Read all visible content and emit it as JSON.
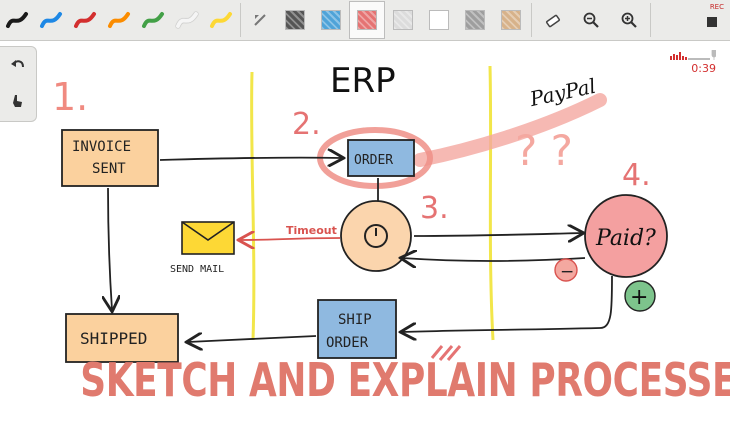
{
  "toolbar": {
    "pens": [
      {
        "name": "black-pen",
        "color": "#1a1a1a"
      },
      {
        "name": "blue-pen",
        "color": "#1e88e5"
      },
      {
        "name": "red-pen",
        "color": "#d32f2f"
      },
      {
        "name": "orange-pen",
        "color": "#fb8c00"
      },
      {
        "name": "green-pen",
        "color": "#43a047"
      },
      {
        "name": "white-pen",
        "color": "#f5f5f5"
      },
      {
        "name": "yellow-pen",
        "color": "#fdd835"
      }
    ],
    "fills": [
      {
        "name": "dark-gray-fill",
        "color": "#555555"
      },
      {
        "name": "blue-fill",
        "color": "#4fa3d8"
      },
      {
        "name": "red-fill",
        "color": "#e57373",
        "selected": true
      },
      {
        "name": "light-gray-fill",
        "color": "#dcdcdc"
      },
      {
        "name": "white-fill",
        "color": "#ffffff"
      },
      {
        "name": "gray-fill",
        "color": "#9e9e9e"
      },
      {
        "name": "tan-fill",
        "color": "#d7b28a"
      }
    ],
    "rec_label": "REC"
  },
  "recording": {
    "timer": "0:39"
  },
  "diagram": {
    "lane_title": "ERP",
    "paypal": "PayPal",
    "step1": "1.",
    "step2": "2.",
    "step3": "3.",
    "step4": "4.",
    "question": "? ?",
    "invoice_line1": "INVOICE",
    "invoice_line2": "SENT",
    "order": "ORDER",
    "send_mail": "SEND MAIL",
    "timeout": "Timeout",
    "paid": "Paid?",
    "minus": "−",
    "plus": "+",
    "shipped": "SHIPPED",
    "ship_order_line1": "SHIP",
    "ship_order_line2": "ORDER"
  },
  "banner": {
    "text": "SKETCH AND EXPLAIN PROCESSES"
  },
  "colors": {
    "accent": "#e07a6e",
    "lane": "#f2e64a",
    "step": "#e57373"
  }
}
